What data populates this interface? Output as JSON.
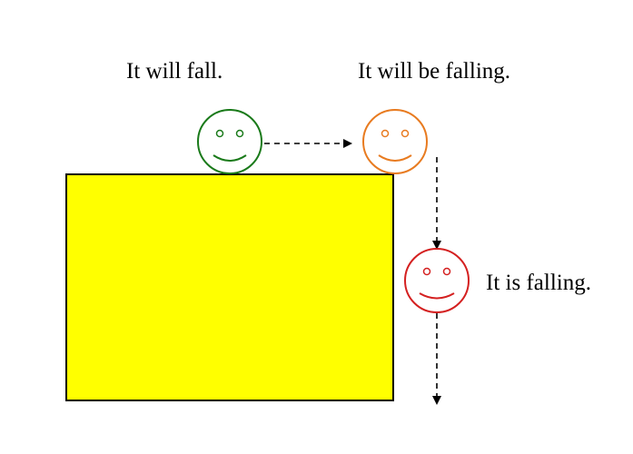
{
  "labels": {
    "will_fall": "It will fall.",
    "will_be_falling": "It will be falling.",
    "is_falling": "It is falling."
  },
  "colors": {
    "box_fill": "#ffff00",
    "box_stroke": "#000000",
    "face_will_fall": "#1a7a1a",
    "face_will_be_falling": "#e87b20",
    "face_is_falling": "#d42020",
    "arrow": "#000000"
  },
  "icons": {
    "face_will_fall": "smiley-face-icon",
    "face_will_be_falling": "smiley-face-icon",
    "face_is_falling": "smiley-face-icon"
  }
}
